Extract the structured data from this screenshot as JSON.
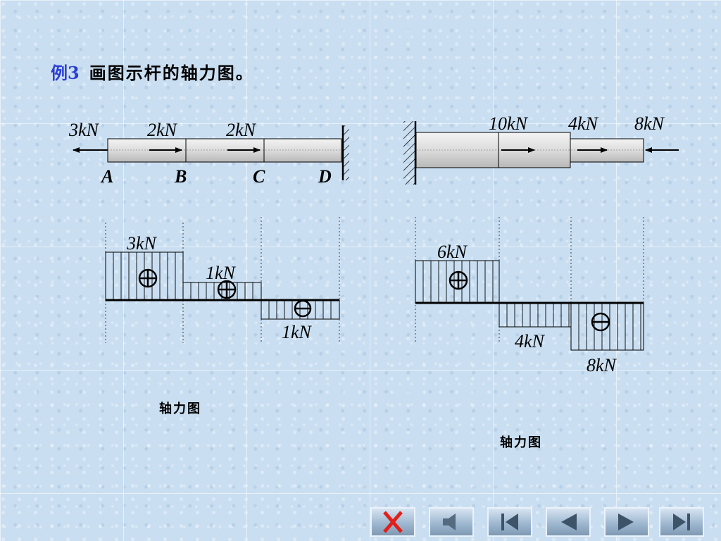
{
  "title": {
    "label": "例3",
    "text": "画图示杆的轴力图。"
  },
  "left_bar": {
    "forces": [
      "3kN",
      "2kN",
      "2kN"
    ],
    "points": [
      "A",
      "B",
      "C",
      "D"
    ]
  },
  "right_bar": {
    "forces": [
      "10kN",
      "4kN",
      "8kN"
    ]
  },
  "left_diagram": {
    "labels": [
      "3kN",
      "1kN",
      "1kN"
    ],
    "caption": "轴力图"
  },
  "right_diagram": {
    "labels": [
      "6kN",
      "4kN",
      "8kN"
    ],
    "caption": "轴力图"
  },
  "nav": {
    "buttons": [
      "close",
      "sound",
      "first",
      "previous",
      "next",
      "last"
    ]
  }
}
